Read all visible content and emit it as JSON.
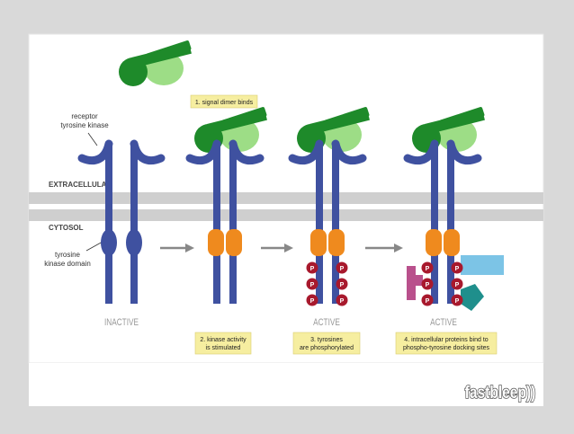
{
  "labels": {
    "receptor_line1": "receptor",
    "receptor_line2": "tyrosine kinase",
    "extracellular": "EXTRACELLULAR",
    "cytosol": "CYTOSOL",
    "kinase_domain_line1": "tyrosine",
    "kinase_domain_line2": "kinase domain",
    "phospho_symbol": "P"
  },
  "steps": {
    "step1": "1. signal dimer binds",
    "step2_line1": "2. kinase activity",
    "step2_line2": "is stimulated",
    "step3_line1": "3. tyrosines",
    "step3_line2": "are phosphorylated",
    "step4_line1": "4. intracellular proteins bind to",
    "step4_line2": "phospho-tyrosine docking sites"
  },
  "states": {
    "inactive": "INACTIVE",
    "active_1": "ACTIVE",
    "active_2": "ACTIVE"
  },
  "brand": {
    "logo_text": "fastbleep))"
  },
  "colors": {
    "background": "#d9d9d9",
    "panel": "#ffffff",
    "membrane": "#cfcfcf",
    "receptor": "#3f51a0",
    "kinase_inactive": "#3f51a0",
    "kinase_active": "#ef8a1e",
    "phosphate": "#a8192d",
    "signal_dark": "#1e8a2a",
    "signal_light": "#9ddd86",
    "label_box": "#f6eea0",
    "arrow": "#888888",
    "protein_pink": "#b9508c",
    "protein_blue": "#7cc4e6",
    "protein_teal": "#1f8f8c"
  }
}
